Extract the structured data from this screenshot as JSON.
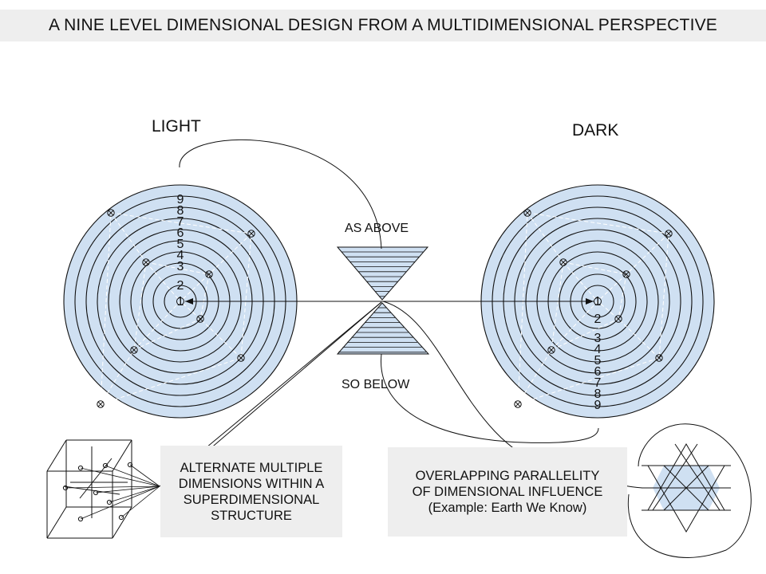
{
  "title": "A NINE LEVEL DIMENSIONAL DESIGN FROM A MULTIDIMENSIONAL PERSPECTIVE",
  "light_label": "LIGHT",
  "dark_label": "DARK",
  "as_above_label": "AS ABOVE",
  "so_below_label": "SO BELOW",
  "light_levels": [
    "1",
    "2",
    "3",
    "4",
    "5",
    "6",
    "7",
    "8",
    "9"
  ],
  "dark_levels": [
    "1",
    "2",
    "3",
    "4",
    "5",
    "6",
    "7",
    "8",
    "9"
  ],
  "caption_left": "ALTERNATE MULTIPLE\nDIMENSIONS WITHIN A\nSUPERDIMENSIONAL\nSTRUCTURE",
  "caption_right": "OVERLAPPING PARALLELITY\nOF DIMENSIONAL INFLUENCE\n(Example:  Earth We Know)",
  "colors": {
    "disk_fill": "#cfe0f2",
    "ring_stroke": "#111111",
    "white_lines": "#ffffff",
    "caption_bg": "#eeeeee",
    "title_bg": "#eeeeee"
  },
  "icons": {
    "node": "circled-x-icon",
    "hourglass": "hourglass-icon",
    "cube": "cube-icon",
    "hexagram": "hexagram-icon"
  }
}
